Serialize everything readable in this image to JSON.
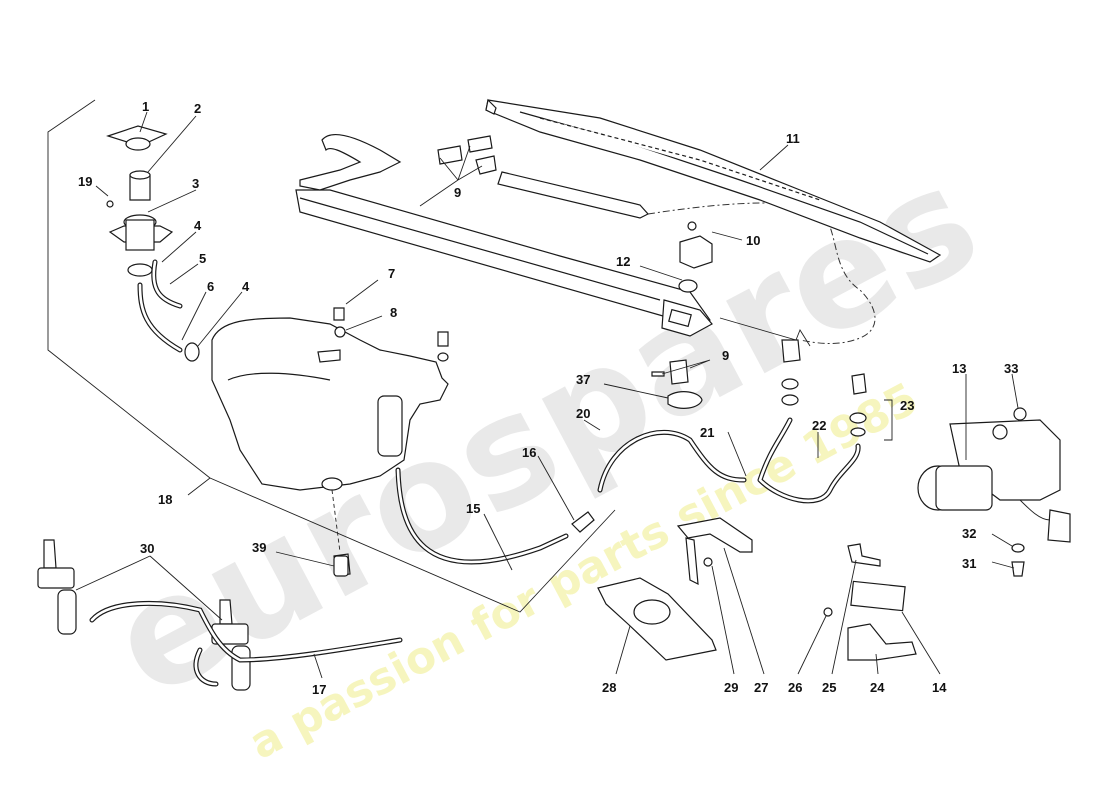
{
  "watermark": {
    "brand": "eurospares",
    "tagline": "a passion for parts since 1985",
    "colors": {
      "brand": "#e4e4e4",
      "tagline": "#f3f1a8"
    }
  },
  "callouts": {
    "c1": "1",
    "c2": "2",
    "c3": "3",
    "c4a": "4",
    "c4b": "4",
    "c5": "5",
    "c6": "6",
    "c7": "7",
    "c8": "8",
    "c9a": "9",
    "c9b": "9",
    "c10": "10",
    "c11": "11",
    "c12": "12",
    "c13": "13",
    "c14": "14",
    "c15": "15",
    "c16": "16",
    "c17": "17",
    "c18": "18",
    "c19": "19",
    "c20": "20",
    "c21": "21",
    "c22": "22",
    "c23": "23",
    "c24": "24",
    "c25": "25",
    "c26": "26",
    "c27": "27",
    "c28": "28",
    "c29": "29",
    "c30": "30",
    "c31": "31",
    "c32": "32",
    "c33": "33",
    "c37": "37",
    "c39": "39"
  }
}
